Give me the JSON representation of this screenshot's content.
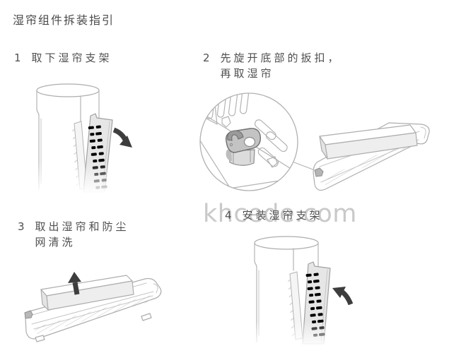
{
  "page": {
    "title": "湿帘组件拆装指引",
    "watermark": "khcede.com"
  },
  "colors": {
    "text": "#4f4f4f",
    "line_art": "#b3b3b3",
    "arrow": "#3d3d3d",
    "watermark": "#c9c9c9",
    "background": "#ffffff"
  },
  "steps": [
    {
      "number": "1",
      "lines": [
        "取下湿帘支架"
      ]
    },
    {
      "number": "2",
      "lines": [
        "先旋开底部的扳扣，",
        "再取湿帘"
      ]
    },
    {
      "number": "3",
      "lines": [
        "取出湿帘和防尘",
        "网清洗"
      ]
    },
    {
      "number": "4",
      "lines": [
        "安装湿帘支架"
      ]
    }
  ]
}
